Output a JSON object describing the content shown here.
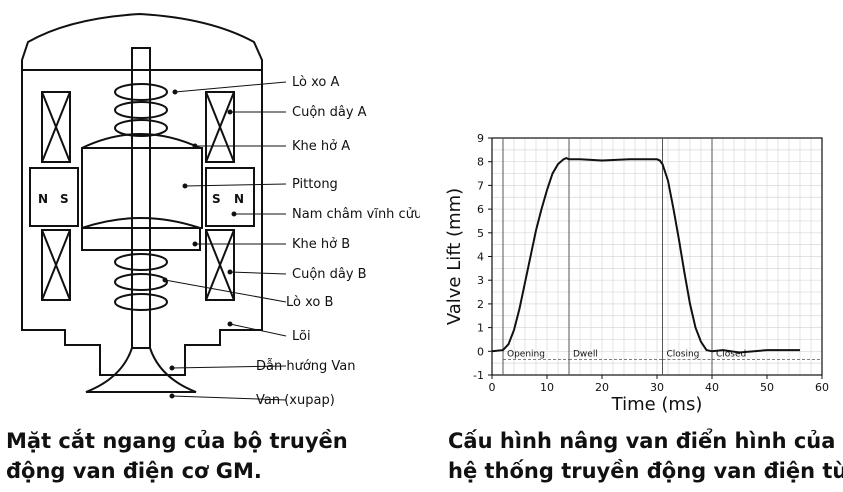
{
  "diagram": {
    "labels": {
      "spring_a": "Lò xo A",
      "coil_a": "Cuộn dây A",
      "gap_a": "Khe hở A",
      "piston": "Pittong",
      "magnet": "Nam châm vĩnh cửu",
      "gap_b": "Khe hở B",
      "coil_b": "Cuộn dây B",
      "spring_b": "Lò xo B",
      "core": "Lõi",
      "valve_guide": "Dẫn hướng Van",
      "valve": "Van (xupap)"
    },
    "magnet_left": {
      "n": "N",
      "s": "S"
    },
    "magnet_right": {
      "s": "S",
      "n": "N"
    }
  },
  "chart_data": {
    "type": "line",
    "xlabel": "Time (ms)",
    "ylabel": "Valve Lift (mm)",
    "xlim": [
      0,
      60
    ],
    "ylim": [
      -1,
      9
    ],
    "xticks": [
      0,
      10,
      20,
      30,
      40,
      50,
      60
    ],
    "yticks": [
      -1,
      0,
      1,
      2,
      3,
      4,
      5,
      6,
      7,
      8,
      9
    ],
    "grid": true,
    "x": [
      0,
      2,
      3,
      4,
      5,
      6,
      7,
      8,
      9,
      10,
      11,
      12,
      13,
      13.5,
      14,
      16,
      20,
      25,
      30,
      30.5,
      31,
      32,
      33,
      34,
      35,
      36,
      37,
      38,
      39,
      40,
      42,
      45,
      50,
      55,
      56
    ],
    "values": [
      0,
      0.05,
      0.3,
      0.9,
      1.8,
      2.9,
      4.0,
      5.1,
      6.0,
      6.8,
      7.5,
      7.9,
      8.1,
      8.15,
      8.1,
      8.1,
      8.05,
      8.1,
      8.1,
      8.05,
      7.9,
      7.2,
      6.0,
      4.7,
      3.3,
      2.0,
      1.0,
      0.4,
      0.05,
      0.0,
      0.05,
      -0.05,
      0.05,
      0.05,
      0.05
    ],
    "phases": [
      {
        "label": "Opening",
        "start": 2,
        "end": 14
      },
      {
        "label": "Dwell",
        "start": 14,
        "end": 31
      },
      {
        "label": "Closing",
        "start": 31,
        "end": 40
      },
      {
        "label": "Closed",
        "start": 40,
        "end": 60
      }
    ]
  },
  "captions": {
    "left": [
      "Mặt cắt ngang của bộ truyền",
      "động van điện cơ GM."
    ],
    "right": [
      "Cấu hình nâng van điển hình của",
      "hệ thống truyền động van điện từ"
    ]
  }
}
